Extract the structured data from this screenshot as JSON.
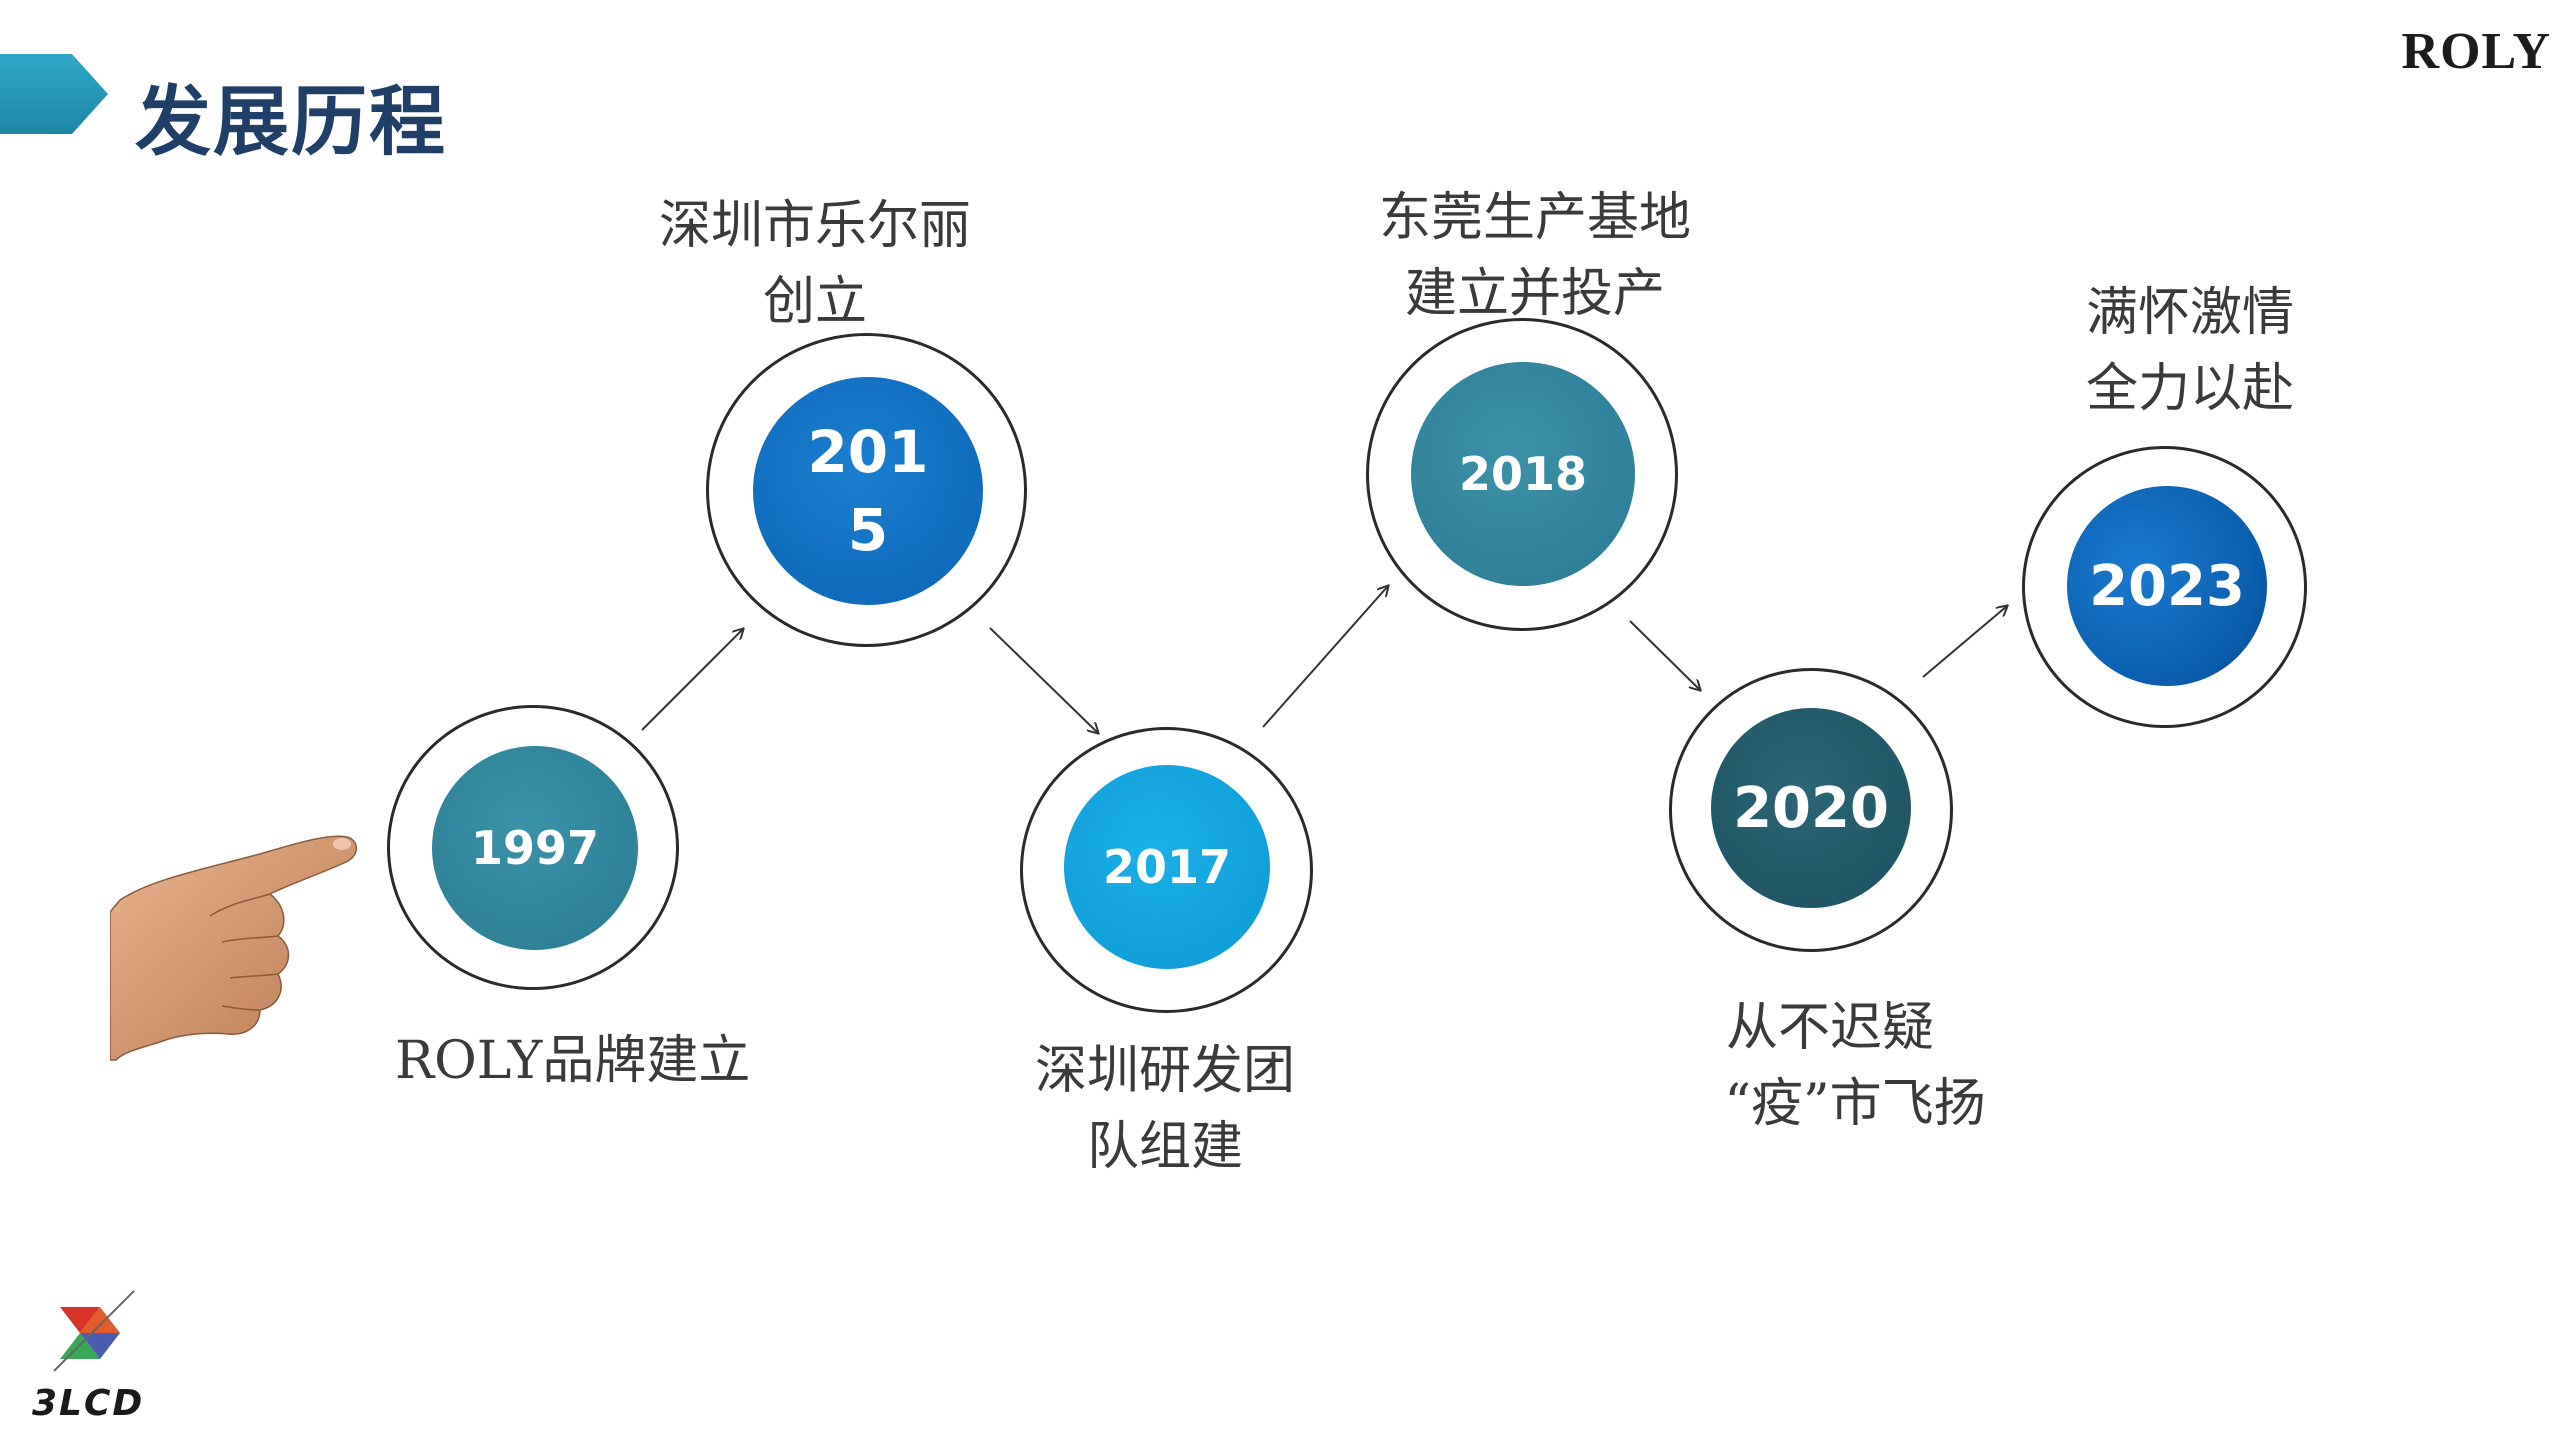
{
  "header": {
    "title": "发展历程",
    "brand": "ROLY"
  },
  "timeline": {
    "nodes": [
      {
        "year": "1997",
        "caption_lines": [
          "ROLY品牌建立"
        ],
        "color": "#2f8399"
      },
      {
        "year": "2015",
        "year_display_lines": [
          "201",
          "5"
        ],
        "caption_lines": [
          "深圳市乐尔丽",
          "创立"
        ],
        "color": "#0e6fc3"
      },
      {
        "year": "2017",
        "caption_lines": [
          "深圳研发团",
          "队组建"
        ],
        "color": "#13a0dc"
      },
      {
        "year": "2018",
        "caption_lines": [
          "东莞生产基地",
          "建立并投产"
        ],
        "color": "#31839c"
      },
      {
        "year": "2020",
        "caption_lines": [
          "从不迟疑",
          "“疫”市飞扬"
        ],
        "color": "#215969"
      },
      {
        "year": "2023",
        "caption_lines": [
          "满怀激情",
          "全力以赴"
        ],
        "color": "#0b62b5"
      }
    ]
  },
  "footer": {
    "logo_text": "3LCD"
  },
  "icons": {
    "title_tab": "chevron-tab-icon",
    "pointer": "pointing-hand-icon",
    "arrows": "arrow-icon"
  }
}
